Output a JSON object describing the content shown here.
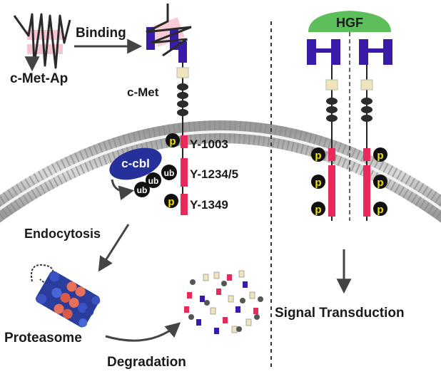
{
  "labels": {
    "aptamer": "c-Met-Ap",
    "binding": "Binding",
    "receptor": "c-Met",
    "ligand": "HGF",
    "ubiquitin_ligase": "c-cbl",
    "ubiquitin": "ub",
    "phospho": "p",
    "site_1": "Y-1003",
    "site_2": "Y-1234/5",
    "site_3": "Y-1349",
    "endocytosis": "Endocytosis",
    "proteasome": "Proteasome",
    "degradation": "Degradation",
    "signal": "Signal Transduction"
  },
  "colors": {
    "kinase_red": "#e8295a",
    "receptor_blue": "#3a1aa8",
    "ligand_green": "#5cbf5c",
    "cbl_blue": "#25309a",
    "membrane_gray": "#a7a7a7",
    "phospho_yellow": "#f6e200",
    "aptamer_pink": "#f4b7c4"
  }
}
